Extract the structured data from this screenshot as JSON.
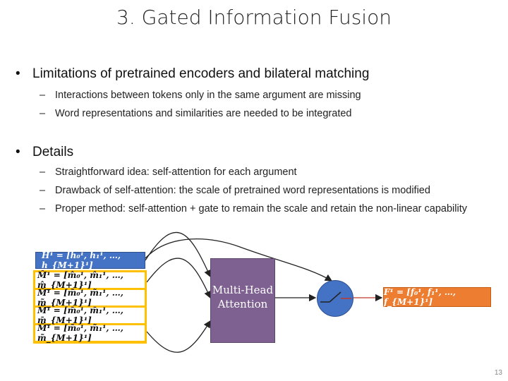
{
  "title": "3. Gated Information Fusion",
  "sections": [
    {
      "heading": "Limitations of pretrained encoders and bilateral matching",
      "items": [
        "Interactions between tokens only in the same argument are missing",
        "Word representations and similarities are needed to be integrated"
      ]
    },
    {
      "heading": "Details",
      "items": [
        "Straightforward idea: self-attention for each argument",
        "Drawback of self-attention: the scale of pretrained word representations is modified",
        "Proper method: self-attention + gate to remain the scale and retain the non-linear capability"
      ]
    }
  ],
  "diagram": {
    "h_label": "H¹ = [h₀¹, h₁¹, …, h_{M+1}¹]",
    "m_rows": [
      "M̂¹ = [m̂₀¹, m̂₁¹, …, m̂_{M+1}¹]",
      "M̃¹ = [m̃₀¹, m̃₁¹, …, m̃_{M+1}¹]",
      "M̄¹ = [m̄₀¹, m̄₁¹, …, m̄_{M+1}¹]",
      "M̃¹ = [m̃₀¹, m̃₁¹, …, m̃_{M+1}¹]"
    ],
    "mha_line1": "Multi-Head",
    "mha_line2": "Attention",
    "f_label": "F¹ = [f₀¹, f₁¹, …, f_{M+1}¹]",
    "colors": {
      "h_box": "#4472c4",
      "m_stack": "#ffc000",
      "mha": "#7e6191",
      "gate": "#4472c4",
      "f_box": "#ed7d31"
    }
  },
  "page_number": "13"
}
